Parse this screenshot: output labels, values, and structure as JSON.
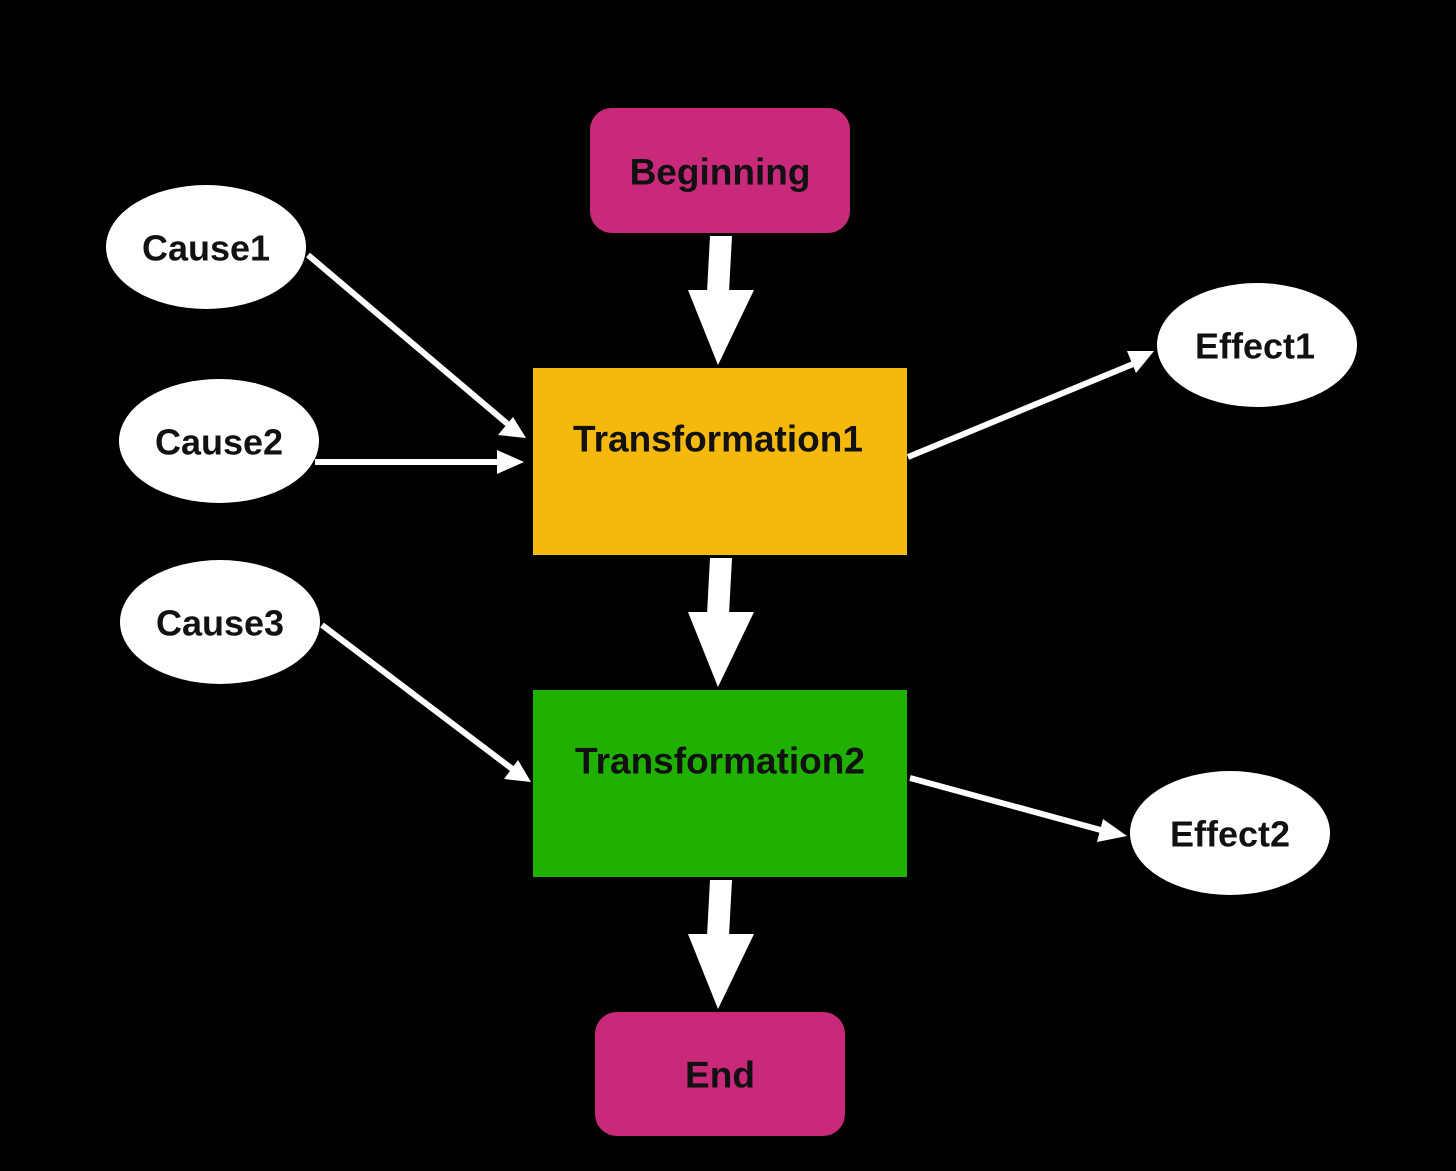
{
  "colors": {
    "background": "#000000",
    "terminal": "#c8297a",
    "transformation1": "#f5b80c",
    "transformation2": "#20b000",
    "cause_effect": "#ffffff",
    "arrow": "#ffffff",
    "text": "#111111"
  },
  "nodes": {
    "beginning": {
      "label": "Beginning"
    },
    "transformation1": {
      "label": "Transformation1"
    },
    "transformation2": {
      "label": "Transformation2"
    },
    "end": {
      "label": "End"
    },
    "cause1": {
      "label": "Cause1"
    },
    "cause2": {
      "label": "Cause2"
    },
    "cause3": {
      "label": "Cause3"
    },
    "effect1": {
      "label": "Effect1"
    },
    "effect2": {
      "label": "Effect2"
    }
  },
  "edges": [
    {
      "from": "Beginning",
      "to": "Transformation1",
      "style": "thick"
    },
    {
      "from": "Transformation1",
      "to": "Transformation2",
      "style": "thick"
    },
    {
      "from": "Transformation2",
      "to": "End",
      "style": "thick"
    },
    {
      "from": "Cause1",
      "to": "Transformation1",
      "style": "thin"
    },
    {
      "from": "Cause2",
      "to": "Transformation1",
      "style": "thin"
    },
    {
      "from": "Cause3",
      "to": "Transformation2",
      "style": "thin"
    },
    {
      "from": "Transformation1",
      "to": "Effect1",
      "style": "thin"
    },
    {
      "from": "Transformation2",
      "to": "Effect2",
      "style": "thin"
    }
  ]
}
